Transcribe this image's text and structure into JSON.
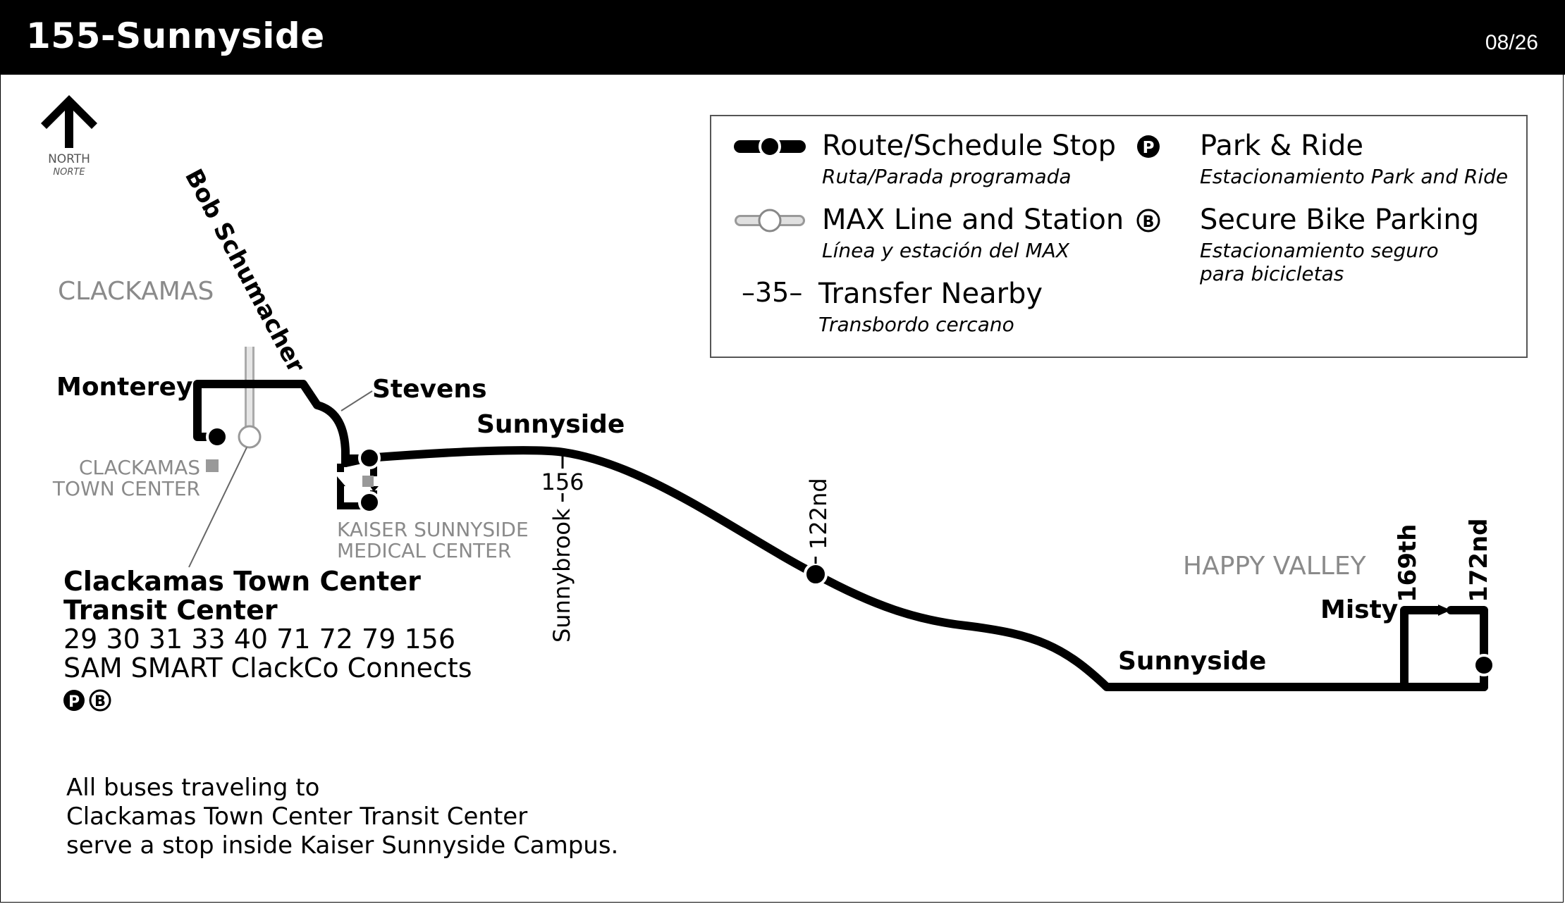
{
  "header": {
    "title": "155-Sunnyside",
    "date_code": "08/26"
  },
  "north_arrow": {
    "label": "NORTH",
    "label_es": "NORTE"
  },
  "legend": {
    "items": [
      {
        "title": "Route/Schedule Stop",
        "subtitle": "Ruta/Parada programada",
        "icon": "route-stop-icon"
      },
      {
        "title": "MAX Line and Station",
        "subtitle": "Línea y estación del MAX",
        "icon": "max-station-icon"
      },
      {
        "title": "Transfer Nearby",
        "subtitle": "Transbordo cercano",
        "icon": "transfer-icon",
        "symbol": "–35–"
      },
      {
        "title": "Park & Ride",
        "subtitle": "Estacionamiento Park and Ride",
        "icon": "park-ride-icon",
        "symbol": "P"
      },
      {
        "title": "Secure Bike Parking",
        "subtitle": "Estacionamiento seguro",
        "subtitle2": "para bicicletas",
        "icon": "bike-parking-icon",
        "symbol": "B"
      }
    ]
  },
  "areas": {
    "clackamas": "CLACKAMAS",
    "happy_valley": "HAPPY VALLEY"
  },
  "streets": {
    "bob_schumacher": "Bob Schumacher",
    "monterey": "Monterey",
    "stevens": "Stevens",
    "sunnyside_1": "Sunnyside",
    "sunnyside_2": "Sunnyside",
    "sunnybrook": "Sunnybrook",
    "s122nd": "122nd",
    "s169th": "169th",
    "s172nd": "172nd",
    "misty": "Misty"
  },
  "transfers": {
    "sunnybrook_route": "156"
  },
  "landmarks": {
    "ctc_line1": "CLACKAMAS",
    "ctc_line2": "TOWN CENTER",
    "kaiser_line1": "KAISER SUNNYSIDE",
    "kaiser_line2": "MEDICAL CENTER"
  },
  "transit_center": {
    "name_line1": "Clackamas Town Center",
    "name_line2": "Transit Center",
    "routes": "29 30 31 33 40 71 72 79 156",
    "other_services": "SAM SMART ClackCo Connects",
    "amenity_p": "P",
    "amenity_b": "B"
  },
  "note": {
    "line1": "All buses traveling to",
    "line2": "Clackamas Town Center Transit Center",
    "line3": "serve a stop inside Kaiser Sunnyside Campus."
  },
  "colors": {
    "route": "#000000",
    "max_line": "#bbbbbb",
    "grey_text": "#8a8a8a",
    "header_bg": "#000000"
  }
}
